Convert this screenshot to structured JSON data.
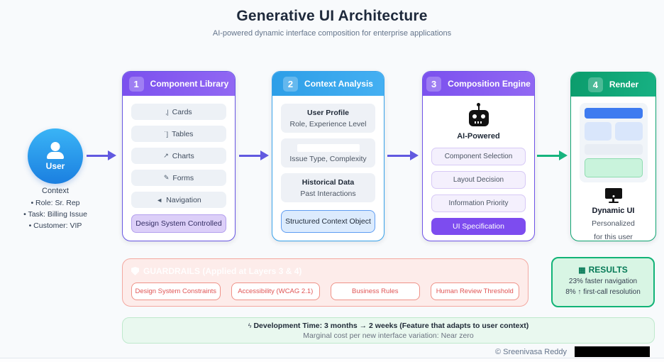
{
  "title": "Generative UI Architecture",
  "subtitle": "AI-powered dynamic interface composition for enterprise applications",
  "user": {
    "label": "User",
    "context_title": "Context",
    "context_items": [
      "• Role: Sr. Rep",
      "• Task: Billing Issue",
      "• Customer: VIP"
    ]
  },
  "columns": [
    {
      "number": "1",
      "title": "Component Library",
      "items": [
        {
          "icon": "‚|",
          "label": "Cards"
        },
        {
          "icon": "˙]",
          "label": "Tables"
        },
        {
          "icon": "↗",
          "label": "Charts"
        },
        {
          "icon": "✎",
          "label": "Forms"
        },
        {
          "icon": "◄",
          "label": "Navigation"
        }
      ],
      "footer_pill": "Design System Controlled"
    },
    {
      "number": "2",
      "title": "Context Analysis",
      "cards": [
        {
          "title": "User Profile",
          "subtitle": "Role, Experience Level"
        },
        {
          "title": "",
          "subtitle": "Issue Type, Complexity",
          "redacted": true
        },
        {
          "title": "Historical Data",
          "subtitle": "Past Interactions"
        }
      ],
      "footer_pill": "Structured Context Object"
    },
    {
      "number": "3",
      "title": "Composition Engine",
      "ai_label": "AI-Powered",
      "steps": [
        "Component Selection",
        "Layout Decision",
        "Information Priority"
      ],
      "footer_pill": "UI Specification"
    },
    {
      "number": "4",
      "title": "Render",
      "caption_title": "Dynamic UI",
      "caption_lines": [
        "Personalized",
        "for this user"
      ]
    }
  ],
  "guardrails": {
    "title": "GUARDRAILS (Applied at Layers 3 & 4)",
    "pills": [
      "Design System Constraints",
      "Accessibility (WCAG 2.1)",
      "Business Rules",
      "Human Review Threshold"
    ]
  },
  "results": {
    "icon_glyph": "▦",
    "title": "RESULTS",
    "lines": [
      "23% faster navigation",
      "8% ↑ first-call resolution"
    ]
  },
  "dev_bar": {
    "icon_glyph": "ϟ",
    "line1": "Development Time: 3 months → 2 weeks (Feature that adapts to user context)",
    "line2": "Marginal cost per new interface variation: Near zero"
  },
  "credit": "© Sreenivasa Reddy",
  "colors": {
    "accent_purple": "#7b50ee",
    "purple_light": "#9168f3",
    "accent_blue": "#2d9ee7",
    "blue_light": "#45b0f2",
    "accent_green": "#0b9c6c",
    "green_light": "#17b183",
    "arrow_purple": "#6159e0",
    "arrow_green": "#17b47e",
    "user_blue_top": "#3ab4f6",
    "user_blue_bottom": "#1b7fe0",
    "guard_bg": "#fdecea",
    "guard_border": "#f3a9a1",
    "guard_red": "#e05555",
    "results_bg": "#d8f5e4",
    "results_border": "#12b377",
    "results_green": "#067a57",
    "mint_bg": "#e9f8ef",
    "mint_border": "#bfe9cd"
  }
}
